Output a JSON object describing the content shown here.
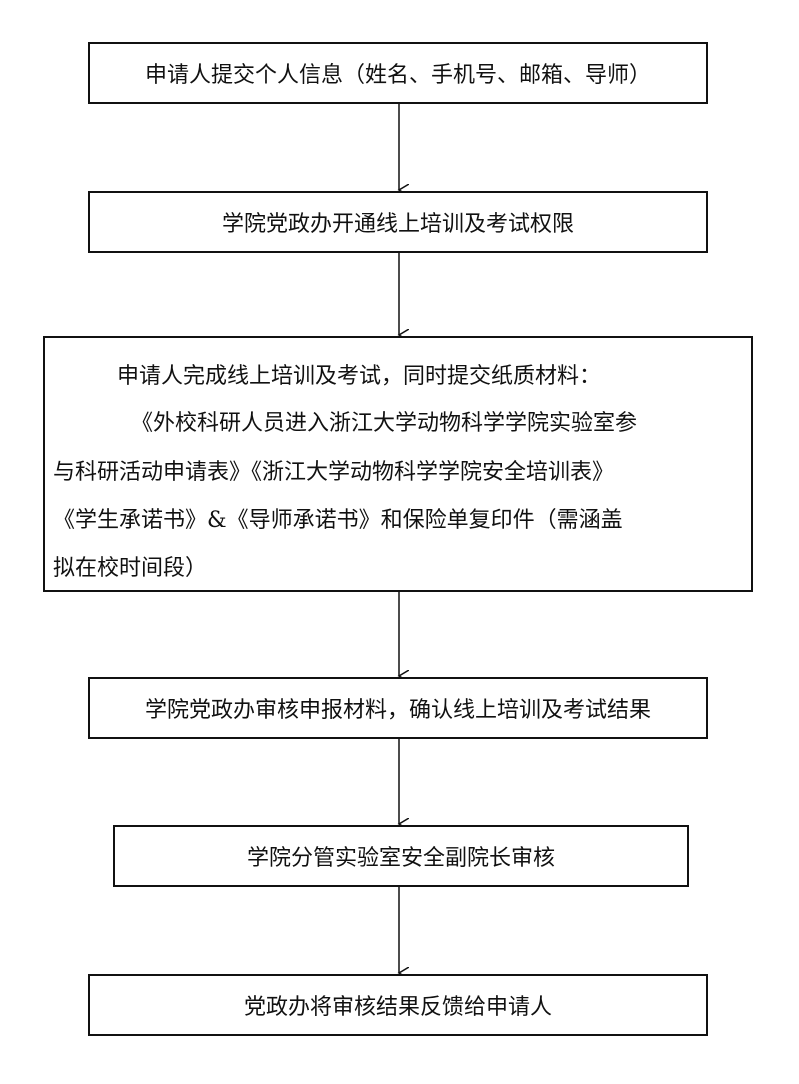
{
  "steps": [
    {
      "text": "申请人提交个人信息（姓名、手机号、邮箱、导师）"
    },
    {
      "text": "学院党政办开通线上培训及考试权限"
    },
    {
      "lines": [
        "申请人完成线上培训及考试，同时提交纸质材料：",
        "《外校科研人员进入浙江大学动物科学学院实验室参",
        "与科研活动申请表》《浙江大学动物科学学院安全培训表》",
        "《学生承诺书》&《导师承诺书》和保险单复印件（需涵盖",
        "拟在校时间段）"
      ]
    },
    {
      "text": "学院党政办审核申报材料，确认线上培训及考试结果"
    },
    {
      "text": "学院分管实验室安全副院长审核"
    },
    {
      "text": "党政办将审核结果反馈给申请人"
    }
  ]
}
